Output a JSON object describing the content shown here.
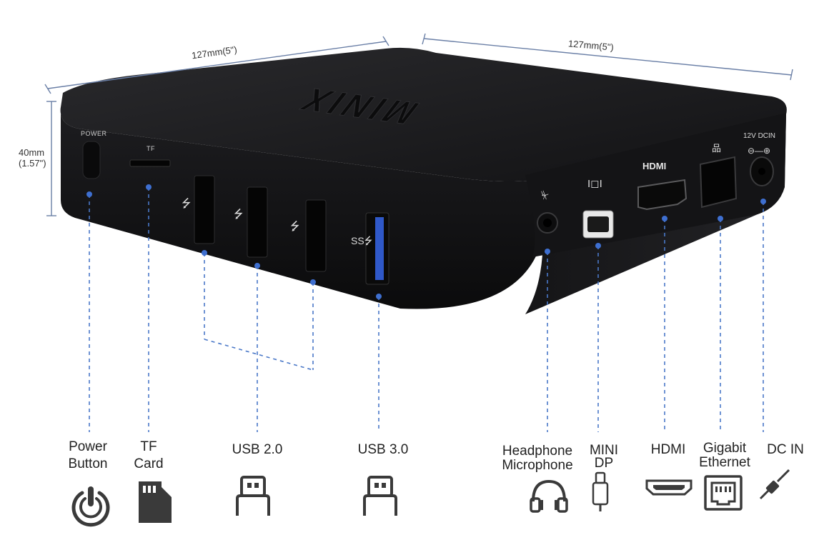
{
  "dimensions": {
    "width_front": "127mm(5\")",
    "width_side": "127mm(5\")",
    "height_mm": "40mm",
    "height_in": "(1.57\")"
  },
  "device": {
    "brand_text": "MINIX",
    "front_marks": {
      "power": "POWER",
      "tf": "TF",
      "hdmi": "HDMI",
      "dc": "12V DCIN"
    }
  },
  "ports": [
    {
      "id": "power",
      "label_line1": "Power",
      "label_line2": "Button",
      "icon": "power-icon"
    },
    {
      "id": "tf",
      "label_line1": "TF",
      "label_line2": "Card",
      "icon": "sd-card-icon"
    },
    {
      "id": "usb2",
      "label_line1": "USB 2.0",
      "label_line2": "",
      "icon": "usb-plug-icon"
    },
    {
      "id": "usb3",
      "label_line1": "USB 3.0",
      "label_line2": "",
      "icon": "usb-plug-icon"
    },
    {
      "id": "headphone",
      "label_line1": "Headphone",
      "label_line2": "Microphone",
      "icon": "headphone-icon"
    },
    {
      "id": "minidp",
      "label_line1": "MINI",
      "label_line2": "DP",
      "icon": "mini-dp-plug-icon"
    },
    {
      "id": "hdmi",
      "label_line1": "HDMI",
      "label_line2": "",
      "icon": "hdmi-plug-icon"
    },
    {
      "id": "ethernet",
      "label_line1": "Gigabit",
      "label_line2": "Ethernet",
      "icon": "ethernet-port-icon"
    },
    {
      "id": "dcin",
      "label_line1": "DC IN",
      "label_line2": "",
      "icon": "dc-plug-icon"
    }
  ],
  "colors": {
    "device_top": "#1b1b1d",
    "device_front": "#121214",
    "leader_line": "#4a78c8",
    "usb3_accent": "#2f58c8",
    "icon": "#3a3a3a"
  }
}
